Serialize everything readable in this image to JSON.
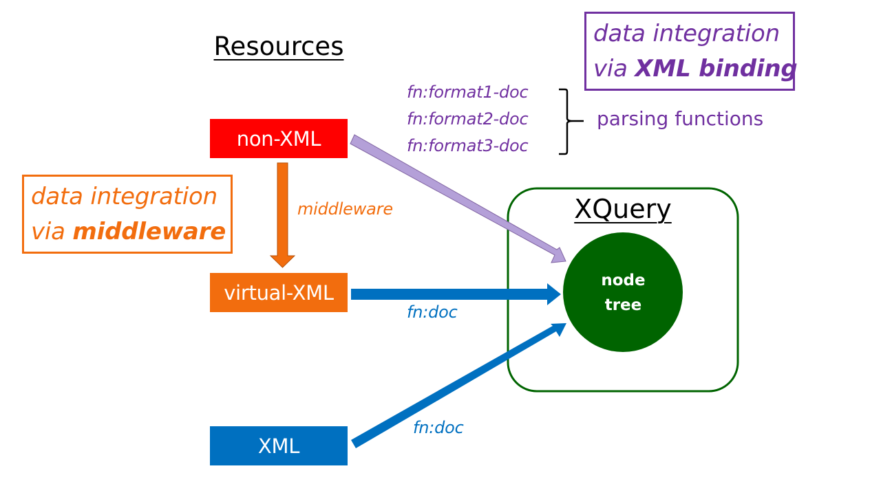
{
  "title": "Resources",
  "resources": {
    "non_xml": "non-XML",
    "virtual_xml": "virtual-XML",
    "xml": "XML"
  },
  "callouts": {
    "xml_binding": {
      "line1": "data integration",
      "line2_prefix": "via ",
      "line2_bold": "XML binding"
    },
    "middleware": {
      "line1": "data integration",
      "line2_prefix": "via ",
      "line2_bold": "middleware"
    }
  },
  "parsing": {
    "functions": [
      "fn:format1-doc",
      "fn:format2-doc",
      "fn:format3-doc"
    ],
    "label": "parsing functions"
  },
  "edges": {
    "middleware_label": "middleware",
    "virtual_fn": "fn:doc",
    "xml_fn": "fn:doc"
  },
  "xquery": {
    "title": "XQuery",
    "node_line1": "node",
    "node_line2": "tree"
  },
  "colors": {
    "non_xml": "#ff0000",
    "virtual_xml": "#f26d0e",
    "xml": "#0070c0",
    "purple": "#7030a0",
    "lavender_arrow": "#b4a0d8",
    "green": "#006400",
    "orange": "#f26d0e",
    "blue": "#0070c0"
  }
}
